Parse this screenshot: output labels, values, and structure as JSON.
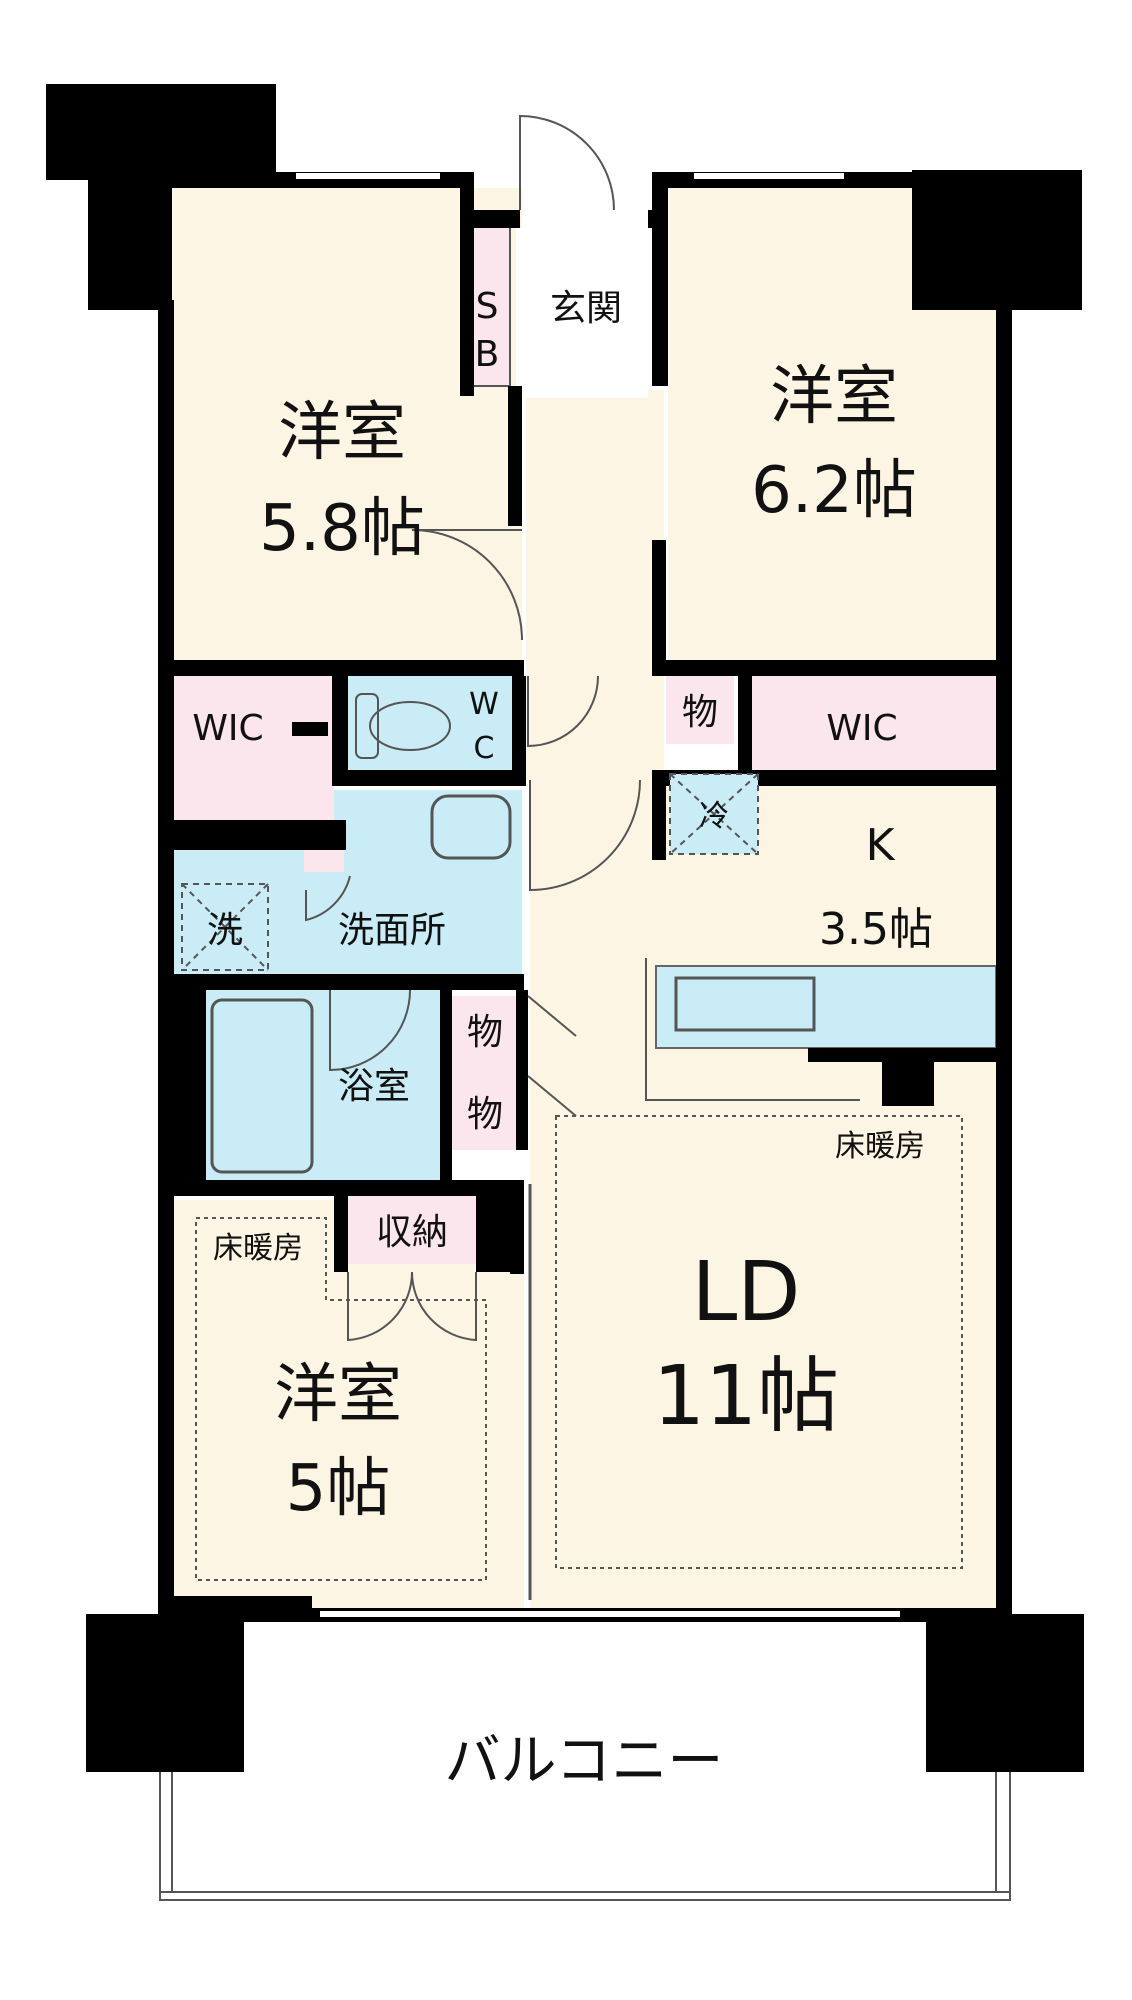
{
  "rooms": {
    "western_nw": {
      "name": "洋室",
      "size": "5.8帖"
    },
    "western_ne": {
      "name": "洋室",
      "size": "6.2帖"
    },
    "western_sw": {
      "name": "洋室",
      "size": "5帖"
    },
    "ld": {
      "name": "LD",
      "size": "11帖"
    },
    "kitchen": {
      "name": "K",
      "size": "3.5帖"
    }
  },
  "labels": {
    "entrance": "玄関",
    "shoebox_s": "S",
    "shoebox_b": "B",
    "wic_left": "WIC",
    "wic_right": "WIC",
    "wc_w": "W",
    "wc_c": "C",
    "washroom": "洗面所",
    "washer": "洗",
    "bathroom": "浴室",
    "storage_1": "物",
    "storage_2": "物",
    "storage_3": "物",
    "fridge": "冷",
    "closet": "収納",
    "floor_heating_ld": "床暖房",
    "floor_heating_room": "床暖房",
    "balcony": "バルコニー"
  },
  "colors": {
    "wall": "#000000",
    "room_floor": "#fdf5e4",
    "wet_area": "#c9ecf6",
    "storage": "#fbe6ee",
    "outline": "#555555"
  }
}
